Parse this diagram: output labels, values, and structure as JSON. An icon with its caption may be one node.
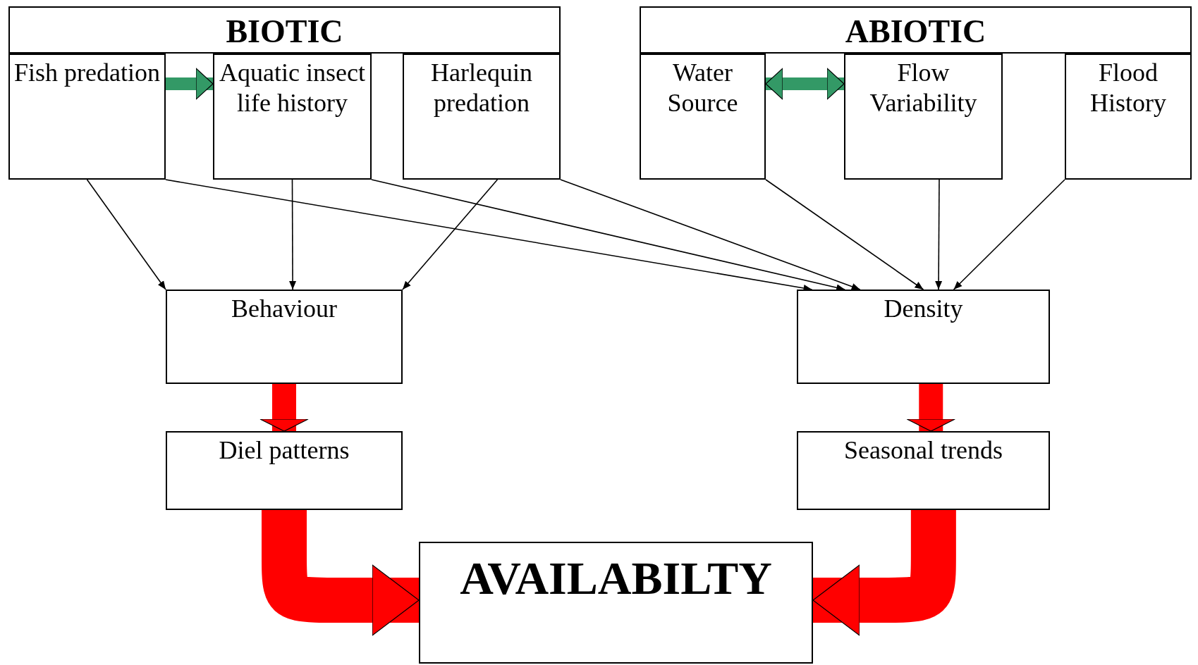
{
  "diagram": {
    "nodes": [
      {
        "text": [
          "BIOTIC"
        ]
      },
      {
        "text": [
          "Fish predation"
        ]
      },
      {
        "text": [
          "Aquatic insect life history"
        ]
      },
      {
        "text": [
          "Harlequin predation"
        ]
      },
      {
        "text": [
          "ABIOTIC"
        ]
      },
      {
        "text": [
          "Water Source"
        ]
      },
      {
        "text": [
          "Flow Variability"
        ]
      },
      {
        "text": [
          "Flood History"
        ]
      },
      {
        "text": [
          "Behaviour"
        ]
      },
      {
        "text": [
          "Density"
        ]
      },
      {
        "text": [
          "Diel patterns"
        ]
      },
      {
        "text": [
          "Seasonal trends"
        ]
      },
      {
        "text": [
          "AVAILABILTY"
        ]
      }
    ],
    "edges": [
      {
        "from": 1,
        "to": 2,
        "arrow": "to",
        "style": "thick",
        "color": "#339966"
      },
      {
        "from": 5,
        "to": 6,
        "arrow": "both",
        "style": "thick",
        "color": "#339966"
      },
      {
        "from": 1,
        "to": 8,
        "arrow": "to"
      },
      {
        "from": 2,
        "to": 8,
        "arrow": "to"
      },
      {
        "from": 3,
        "to": 8,
        "arrow": "to"
      },
      {
        "from": 1,
        "to": 9,
        "arrow": "to"
      },
      {
        "from": 2,
        "to": 9,
        "arrow": "to"
      },
      {
        "from": 3,
        "to": 9,
        "arrow": "to"
      },
      {
        "from": 5,
        "to": 9,
        "arrow": "to"
      },
      {
        "from": 6,
        "to": 9,
        "arrow": "to"
      },
      {
        "from": 7,
        "to": 9,
        "arrow": "to"
      },
      {
        "from": 8,
        "to": 10,
        "arrow": "to",
        "style": "thick",
        "color": "#ff0000"
      },
      {
        "from": 9,
        "to": 11,
        "arrow": "to",
        "style": "thick",
        "color": "#ff0000"
      },
      {
        "from": 10,
        "to": 12,
        "arrow": "to",
        "style": "thick",
        "color": "#ff0000"
      },
      {
        "from": 11,
        "to": 12,
        "arrow": "to",
        "style": "thick",
        "color": "#ff0000"
      }
    ]
  }
}
